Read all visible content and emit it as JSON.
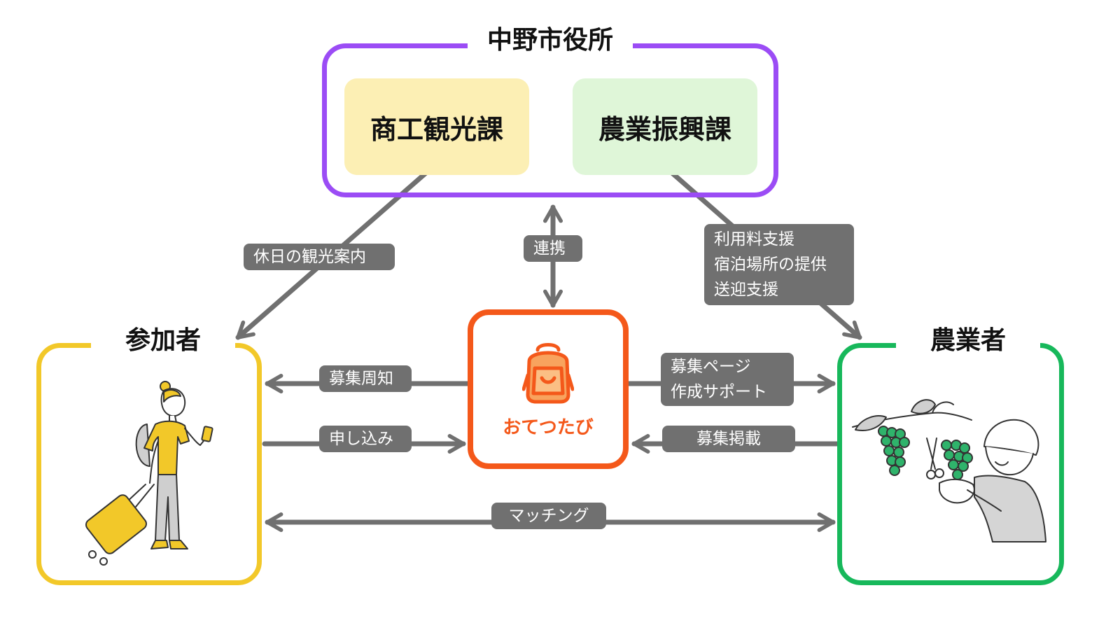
{
  "city_hall": {
    "title": "中野市役所",
    "commerce_dept": "商工観光課",
    "agri_dept": "農業振興課"
  },
  "participants": {
    "title": "参加者"
  },
  "farmers": {
    "title": "農業者"
  },
  "service": {
    "name": "おてつたび"
  },
  "labels": {
    "holiday_tour": "休日の観光案内",
    "cooperation": "連携",
    "support_line1": "利用料支援",
    "support_line2": "宿泊場所の提供",
    "support_line3": "送迎支援",
    "recruit_notice": "募集周知",
    "apply": "申し込み",
    "page_support_line1": "募集ページ",
    "page_support_line2": "作成サポート",
    "listing": "募集掲載",
    "matching": "マッチング"
  },
  "colors": {
    "city_hall_border": "#9b4cf5",
    "commerce_bg": "#fcefb4",
    "agri_bg": "#dff6d8",
    "participants_border": "#f2c829",
    "farmers_border": "#17b85b",
    "brand_orange": "#f4581a",
    "arrow_gray": "#707070"
  },
  "icons": {
    "brand_logo": "backpack-icon",
    "participant_illustration": "traveler-with-suitcase-illustration",
    "farmer_illustration": "farmer-harvesting-grapes-illustration"
  }
}
